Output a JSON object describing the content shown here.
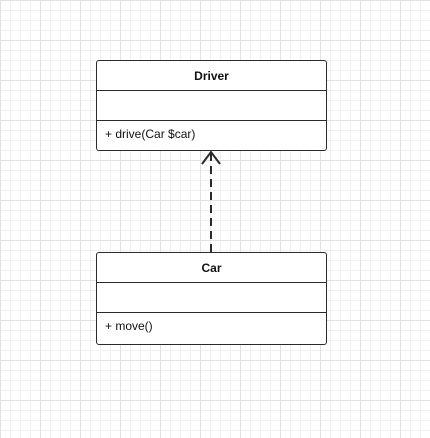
{
  "diagram": {
    "classes": [
      {
        "id": "driver",
        "name": "Driver",
        "attributes": [],
        "methods": [
          "+ drive(Car $car)"
        ]
      },
      {
        "id": "car",
        "name": "Car",
        "attributes": [],
        "methods": [
          "+ move()"
        ]
      }
    ],
    "relations": [
      {
        "from": "car",
        "to": "driver",
        "style": "dashed",
        "arrowhead": "open"
      }
    ]
  }
}
